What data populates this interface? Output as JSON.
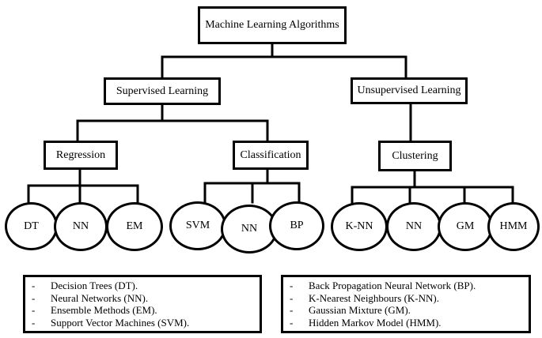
{
  "root": {
    "label": "Machine Learning Algorithms"
  },
  "supervised": {
    "label": "Supervised Learning",
    "regression": {
      "label": "Regression",
      "leaves": [
        "DT",
        "NN",
        "EM"
      ]
    },
    "classification": {
      "label": "Classification",
      "leaves": [
        "SVM",
        "NN",
        "BP"
      ]
    }
  },
  "unsupervised": {
    "label": "Unsupervised Learning",
    "clustering": {
      "label": "Clustering",
      "leaves": [
        "K-NN",
        "NN",
        "GM",
        "HMM"
      ]
    }
  },
  "legend_left": [
    "Decision Trees (DT).",
    "Neural Networks (NN).",
    "Ensemble Methods (EM).",
    "Support Vector Machines (SVM)."
  ],
  "legend_right": [
    "Back Propagation Neural Network (BP).",
    "K-Nearest Neighbours (K-NN).",
    "Gaussian Mixture (GM).",
    "Hidden Markov Model (HMM)."
  ],
  "legend_bullet": "-"
}
